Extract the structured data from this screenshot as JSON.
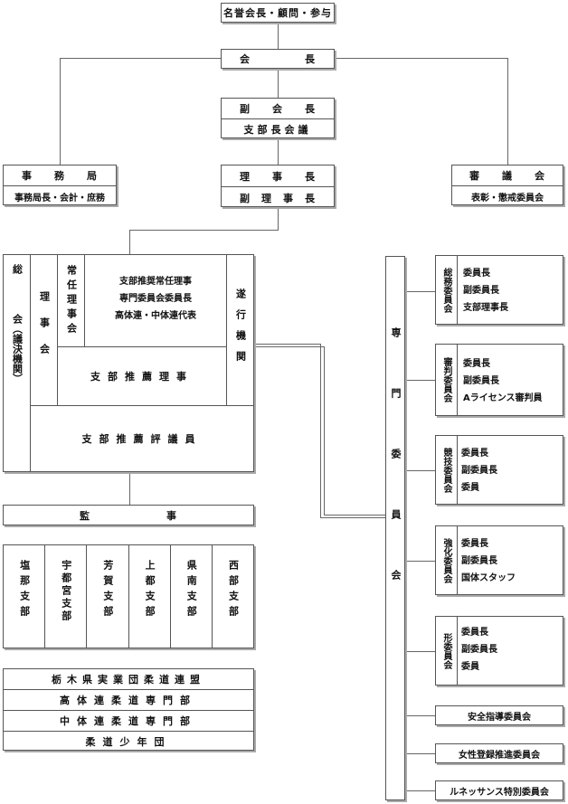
{
  "top": {
    "honorary": "名誉会長・顧問・参与",
    "president": "会　　　　　長",
    "vp1": "副　　会　　長",
    "vp2": "支部長会議",
    "secretariat1": "事　　務　　局",
    "secretariat2": "事務局長・会計・庶務",
    "director1": "理　　事　　長",
    "director2": "副　理　事　長",
    "council1": "審　　議　　会",
    "council2": "表彰・懲戒委員会"
  },
  "assembly": {
    "left_label": "総　　　　会（議決機関）",
    "board_label": "理事会",
    "standing_label": "常任理事会",
    "exec_label": "遂行機関",
    "standing_items": [
      "支部推奨常任理事",
      "専門委員会委員長",
      "高体連・中体連代表"
    ],
    "branch_directors": "支部推薦理事",
    "branch_councilors": "支部推薦評議員"
  },
  "auditor": "監　　　　　　　事",
  "branches": [
    "塩那支部",
    "宇都宮支部",
    "芳賀支部",
    "上都支部",
    "県南支部",
    "西部支部"
  ],
  "affiliates": [
    "栃木県実業団柔道連盟",
    "高体連柔道専門部",
    "中体連柔道専門部",
    "柔道少年団"
  ],
  "committees_label": "専門委員会",
  "committees": [
    {
      "name": "総務委員会",
      "members": [
        "委員長",
        "副委員長",
        "支部理事長"
      ]
    },
    {
      "name": "審判委員会",
      "members": [
        "委員長",
        "副委員長",
        "Aライセンス審判員"
      ]
    },
    {
      "name": "競技委員会",
      "members": [
        "委員長",
        "副委員長",
        "委員"
      ]
    },
    {
      "name": "強化委員会",
      "members": [
        "委員長",
        "副委員長",
        "国体スタッフ"
      ]
    },
    {
      "name": "形委員会",
      "members": [
        "委員長",
        "副委員長",
        "委員"
      ]
    }
  ],
  "single_committees": [
    "安全指導委員会",
    "女性登録推進委員会",
    "ルネッサンス特別委員会"
  ]
}
